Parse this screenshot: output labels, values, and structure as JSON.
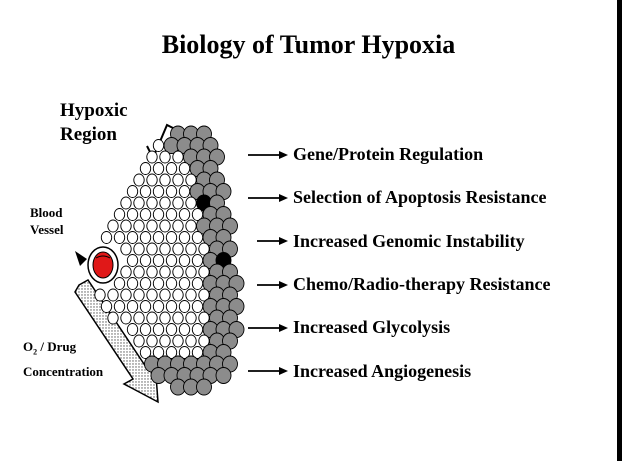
{
  "title": "Biology of Tumor Hypoxia",
  "hypoxic_region": {
    "line1": "Hypoxic",
    "line2": "Region"
  },
  "blood_vessel": {
    "line1": "Blood",
    "line2": "Vessel"
  },
  "o2_drug": {
    "o": "O",
    "sub": "2",
    "rest": " / Drug",
    "line2": "Concentration"
  },
  "effects": [
    "Gene/Protein Regulation",
    "Selection of Apoptosis Resistance",
    "Increased Genomic Instability",
    "Chemo/Radio-therapy Resistance",
    "Increased Glycolysis",
    "Increased Angiogenesis"
  ],
  "colors": {
    "normal_cell": "#ffffff",
    "hypoxic_cell": "#8c8c8c",
    "necrotic_cell": "#000000",
    "blood": "#e01818"
  }
}
